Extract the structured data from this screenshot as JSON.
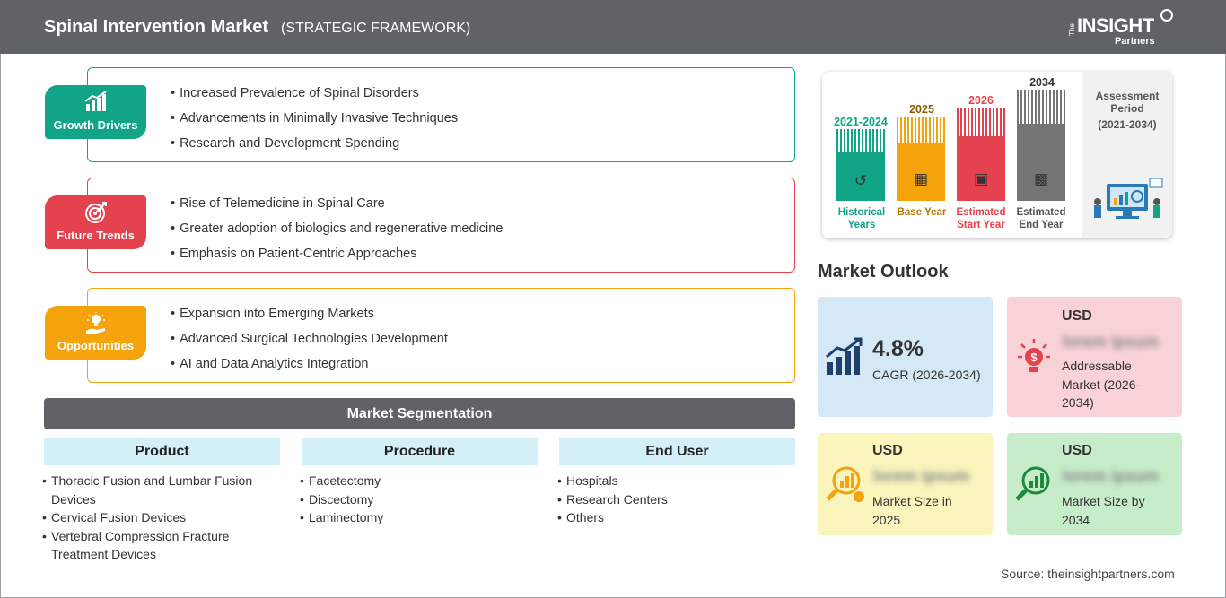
{
  "header": {
    "title": "Spinal Intervention Market",
    "subtitle": "(STRATEGIC FRAMEWORK)"
  },
  "logo": {
    "the": "The",
    "insight": "INSIGHT",
    "partners": "Partners"
  },
  "colors": {
    "green": "#11a486",
    "red": "#e5424f",
    "orange": "#f5a30b",
    "header_gray": "#5f6368",
    "seg_head_bg": "#d3f0f8"
  },
  "sections": [
    {
      "label": "Growth Drivers",
      "icon": "growth-chart-icon",
      "items": [
        "Increased Prevalence of Spinal Disorders",
        "Advancements in Minimally Invasive Techniques",
        "Research and Development Spending"
      ]
    },
    {
      "label": "Future Trends",
      "icon": "target-icon",
      "items": [
        "Rise of Telemedicine in Spinal Care",
        "Greater adoption of biologics and regenerative medicine",
        "Emphasis on Patient-Centric Approaches"
      ]
    },
    {
      "label": "Opportunities",
      "icon": "lightbulb-hand-icon",
      "items": [
        "Expansion into Emerging Markets",
        "Advanced Surgical Technologies Development",
        "AI and Data Analytics Integration"
      ]
    }
  ],
  "segmentation": {
    "title": "Market Segmentation",
    "columns": [
      {
        "header": "Product",
        "items": [
          "Thoracic Fusion and Lumbar Fusion Devices",
          "Cervical Fusion Devices",
          "Vertebral Compression Fracture Treatment Devices"
        ]
      },
      {
        "header": "Procedure",
        "items": [
          "Facetectomy",
          "Discectomy",
          "Laminectomy"
        ]
      },
      {
        "header": "End User",
        "items": [
          "Hospitals",
          "Research Centers",
          "Others"
        ]
      }
    ]
  },
  "timeline": {
    "assessment_label": "Assessment Period",
    "assessment_range": "(2021-2034)",
    "bars": [
      {
        "year": "2021-2024",
        "label": "Historical Years",
        "color": "#11a486",
        "icon": "history-icon"
      },
      {
        "year": "2025",
        "label": "Base Year",
        "color": "#f5a30b",
        "icon": "calendar-icon"
      },
      {
        "year": "2026",
        "label": "Estimated Start Year",
        "color": "#e5424f",
        "icon": "start-chart-icon"
      },
      {
        "year": "2034",
        "label": "Estimated End Year",
        "color": "#757575",
        "icon": "presentation-icon"
      }
    ]
  },
  "outlook": {
    "title": "Market Outlook",
    "cagr_value": "4.8%",
    "cagr_label": "CAGR (2026-2034)",
    "addressable_usd": "USD",
    "addressable_value": "lorem ipsum",
    "addressable_label": "Addressable Market (2026-2034)",
    "size2025_usd": "USD",
    "size2025_value": "lorem ipsum",
    "size2025_label": "Market Size in 2025",
    "size2034_usd": "USD",
    "size2034_value": "lorem ipsum",
    "size2034_label": "Market Size by 2034"
  },
  "source": "Source: theinsightpartners.com"
}
